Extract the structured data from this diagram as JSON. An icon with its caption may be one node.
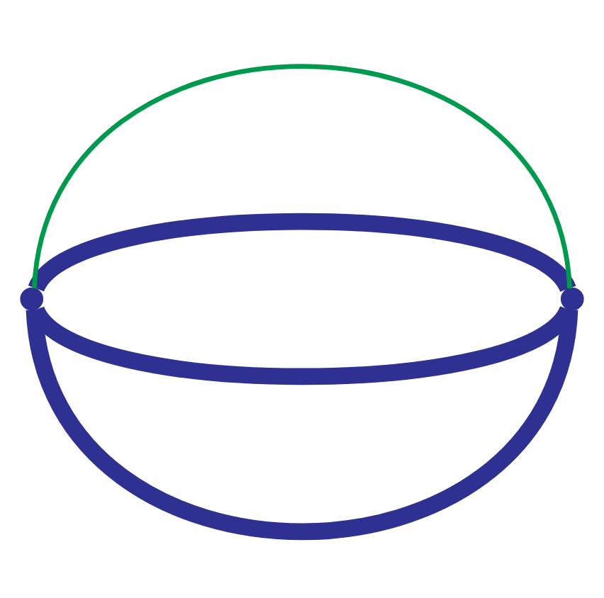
{
  "diagram": {
    "nodes": [
      {
        "text": [],
        "shape": "point"
      },
      {
        "text": [],
        "shape": "point"
      }
    ],
    "edges": [
      {
        "from": 0,
        "to": 1,
        "arrow": "none"
      },
      {
        "from": 0,
        "to": 1,
        "arrow": "none"
      },
      {
        "from": 0,
        "to": 1,
        "arrow": "none"
      },
      {
        "from": 0,
        "to": 1,
        "arrow": "none",
        "color": "#009a4e"
      }
    ]
  }
}
